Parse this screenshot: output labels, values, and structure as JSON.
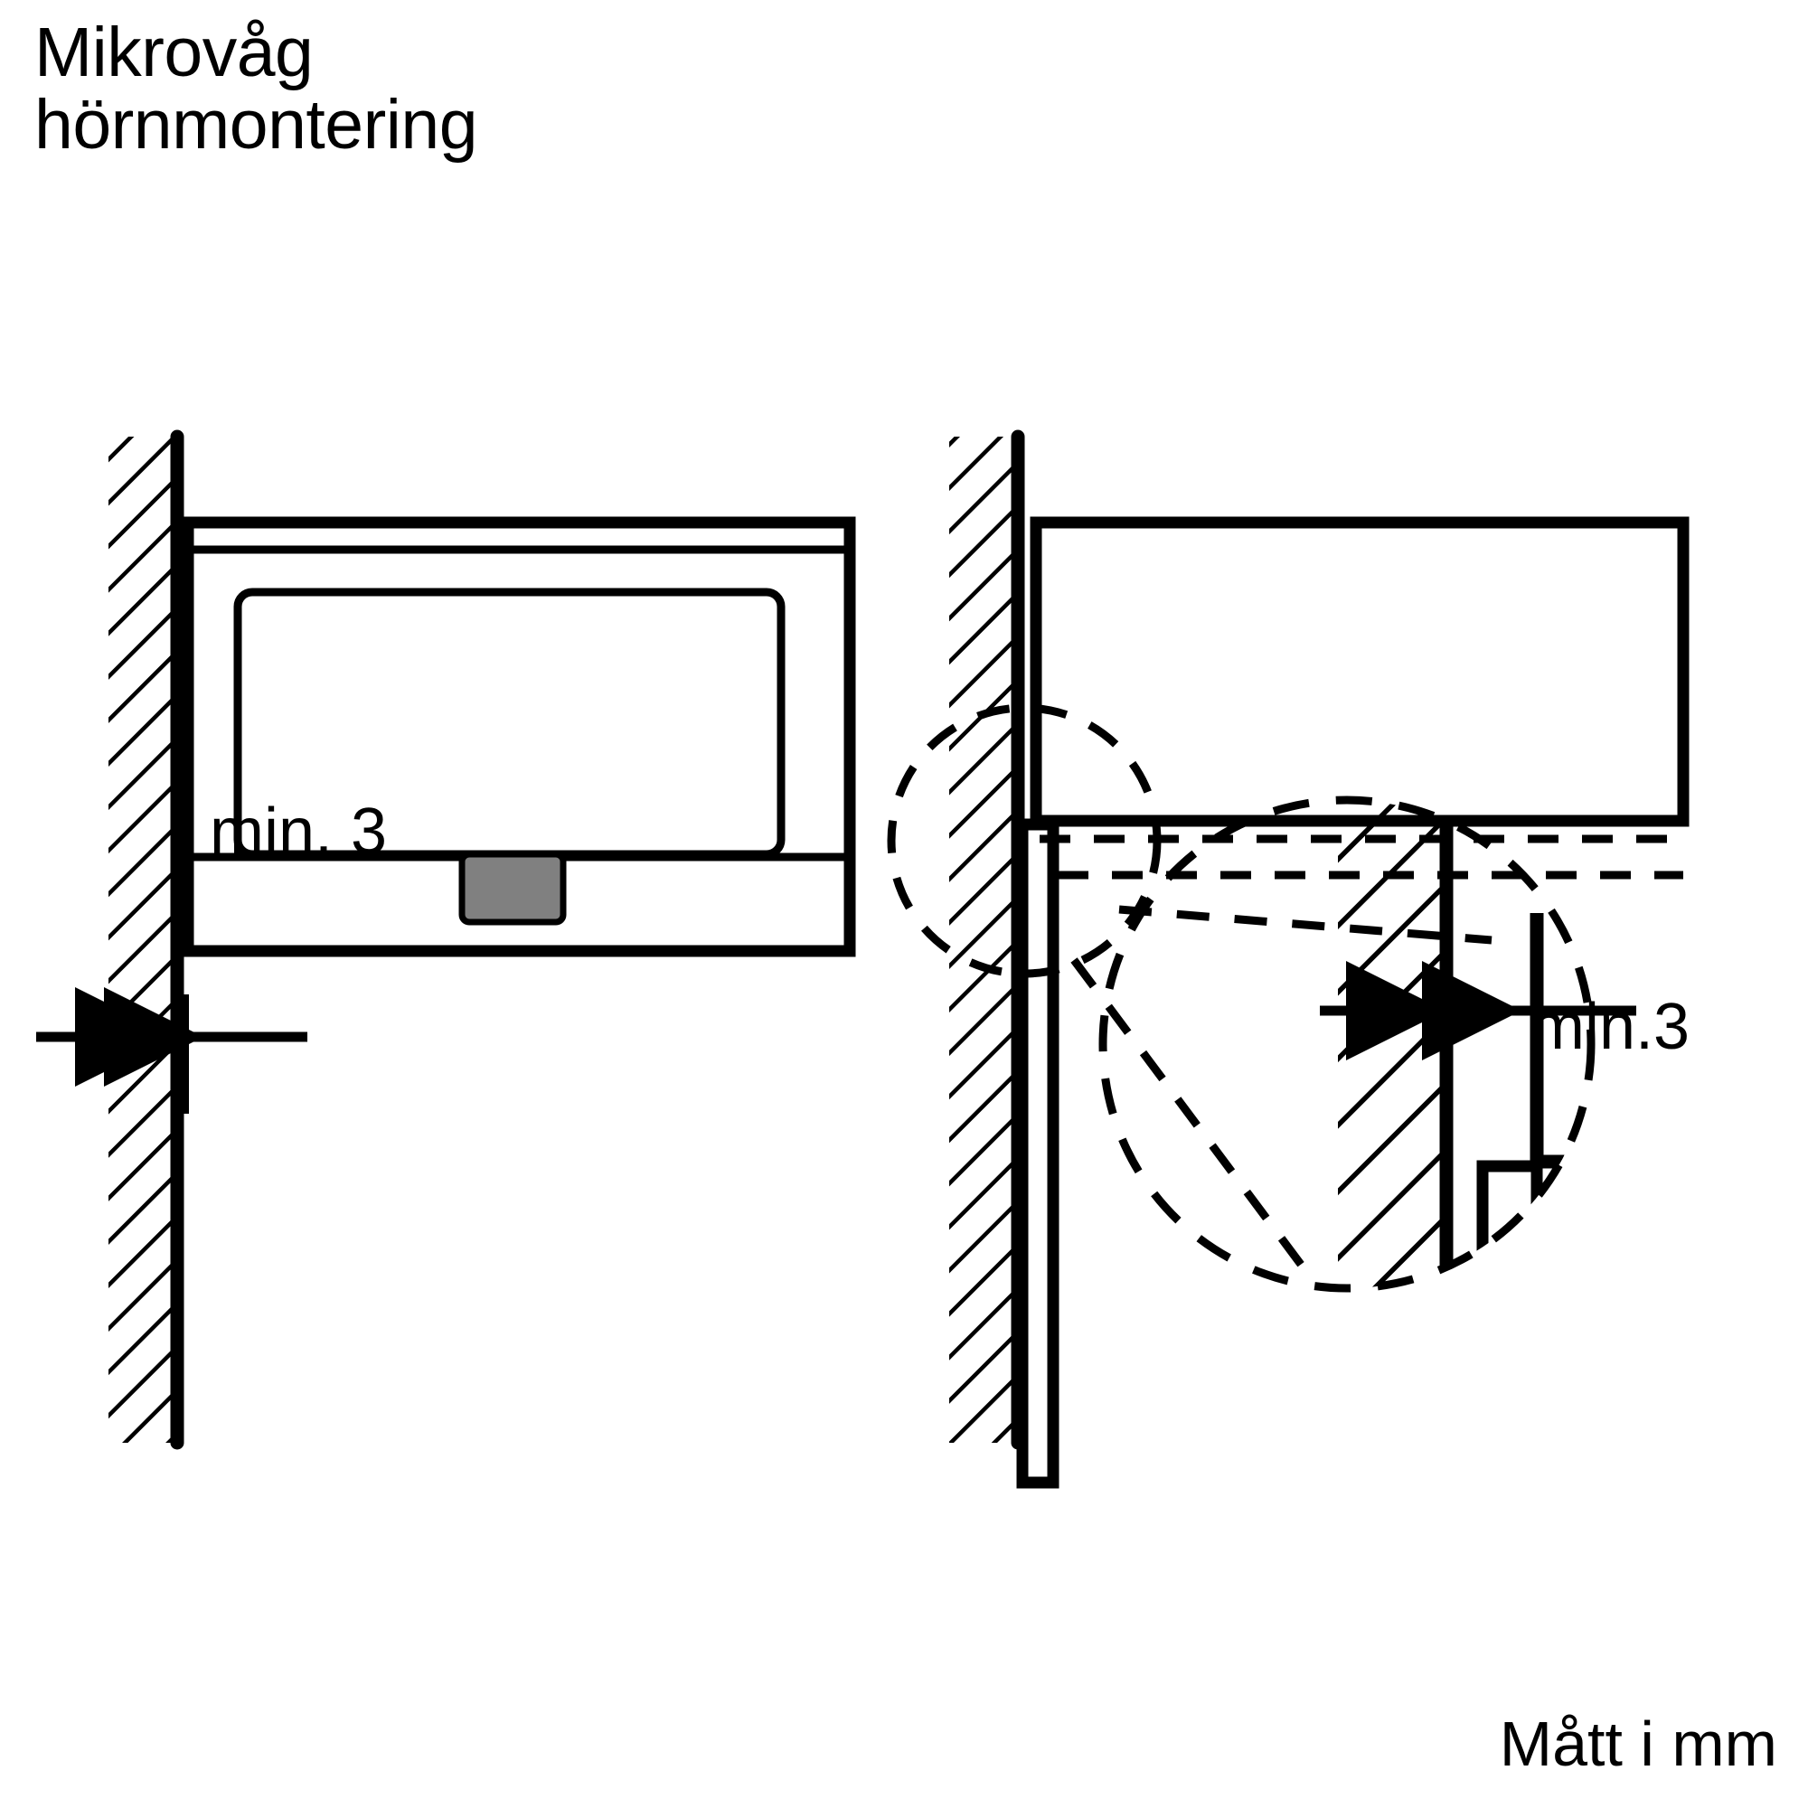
{
  "document": {
    "title_line1": "Mikrovåg",
    "title_line2": "hörnmontering",
    "units_note": "Mått i mm",
    "accent_color": "#000000",
    "handle_color": "#808080",
    "background_color": "#ffffff"
  },
  "views": {
    "front": {
      "name": "front-view",
      "dimension_label": "min. 3",
      "wall_hatch": "diagonal-hatch",
      "parts": [
        "wall",
        "microwave-body",
        "door-window",
        "control-panel",
        "handle"
      ]
    },
    "side": {
      "name": "side-view",
      "dimension_label": "min.3",
      "wall_hatch": "diagonal-hatch",
      "parts": [
        "wall",
        "microwave-body",
        "door-panel",
        "detail-circle",
        "magnified-detail"
      ]
    }
  },
  "chart_data": {
    "type": "diagram",
    "title": "Mikrovåg hörnmontering",
    "units": "mm",
    "annotations": [
      {
        "label": "min. 3",
        "value": 3,
        "unit": "mm",
        "view": "front",
        "meaning": "minimum clearance between wall and appliance"
      },
      {
        "label": "min.3",
        "value": 3,
        "unit": "mm",
        "view": "side-detail",
        "meaning": "minimum clearance between wall and door"
      }
    ]
  }
}
